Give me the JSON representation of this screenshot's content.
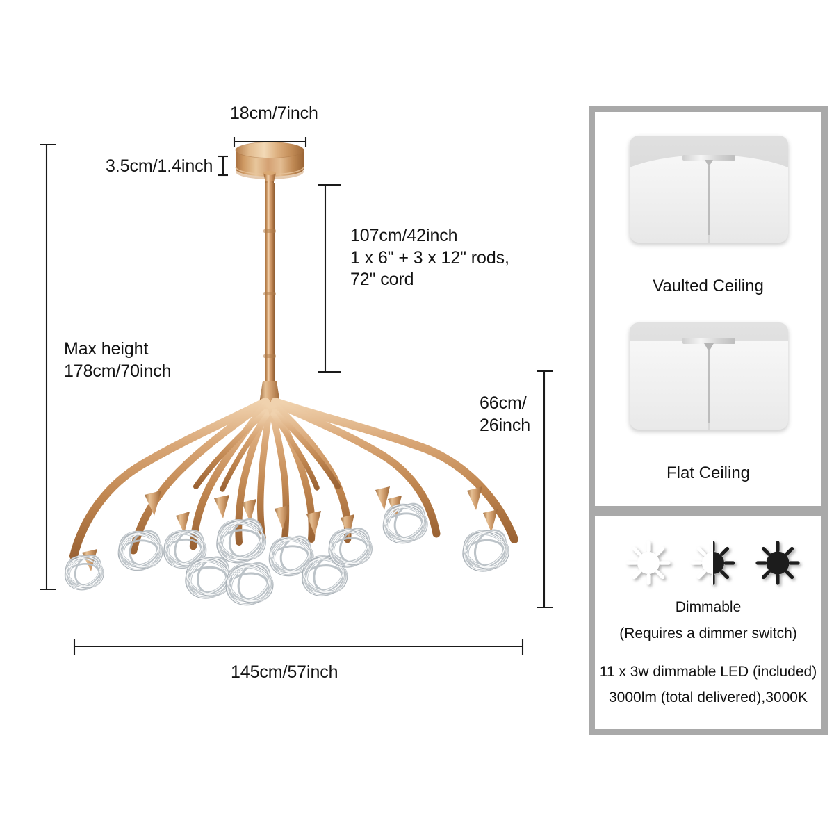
{
  "diagram": {
    "title": "Branch chandelier dimension diagram",
    "dimensions": {
      "canopy_width": "18cm/7inch",
      "canopy_height": "3.5cm/1.4inch",
      "rod_length": "107cm/42inch\n1 x 6\" + 3 x 12\" rods,\n72\" cord",
      "max_height": "Max height\n178cm/70inch",
      "shade_height": "66cm/\n26inch",
      "total_width": "145cm/57inch"
    }
  },
  "info_panel": {
    "ceiling": {
      "vaulted_label": "Vaulted Ceiling",
      "flat_label": "Flat Ceiling"
    },
    "dimmable": {
      "title": "Dimmable",
      "note": "(Requires a dimmer switch)",
      "led_spec_line1": "11 x 3w dimmable LED (included)",
      "led_spec_line2": "3000lm (total delivered),3000K",
      "icons": [
        "sun-low-icon",
        "sun-mid-icon",
        "sun-high-icon"
      ]
    }
  },
  "colors": {
    "brass_light": "#e8c49a",
    "brass_mid": "#c9915f",
    "brass_dark": "#9c6a3e",
    "glass": "#d9dde0",
    "panel_border": "#a9a9a9",
    "dim_line": "#1a1a1a",
    "text": "#111111"
  }
}
